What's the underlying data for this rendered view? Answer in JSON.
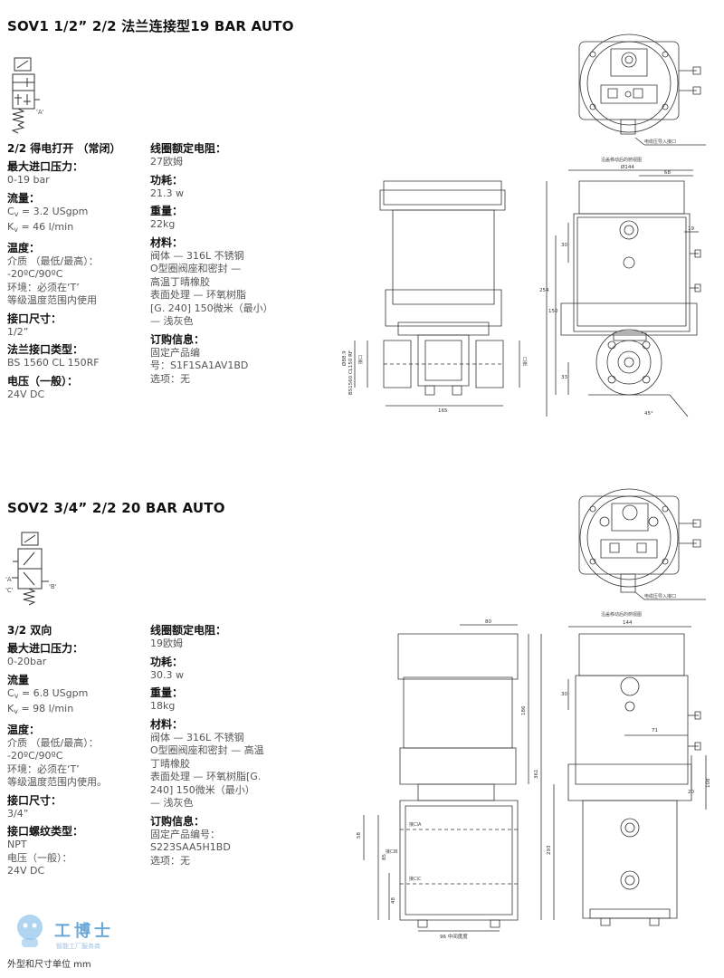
{
  "section1": {
    "title": "SOV1 1/2” 2/2 法兰连接型19 BAR AUTO",
    "symbol_port": "'A'",
    "left": [
      {
        "h": "2/2 得电打开 （常闭）"
      },
      {
        "h": "最大进口压力：",
        "v": [
          "0-19 bar"
        ]
      },
      {
        "h": "流量：",
        "flow": [
          [
            "C",
            "v",
            " = 3.2 USgpm"
          ],
          [
            "K",
            "v",
            " = 46 l/min"
          ]
        ]
      },
      {
        "h": "温度：",
        "v": [
          "介质 （最低/最高）：",
          "-20ºC/90ºC",
          "环境：必须在‘T’",
          "等级温度范围内使用"
        ]
      },
      {
        "h": "接口尺寸：",
        "v": [
          "1/2”"
        ]
      },
      {
        "h": "法兰接口类型：",
        "v": [
          "BS 1560 CL 150RF"
        ]
      },
      {
        "h": "电压（一般）：",
        "v": [
          "24V DC"
        ]
      }
    ],
    "right": [
      {
        "h": "线圈额定电阻：",
        "v": [
          "27欧姆"
        ]
      },
      {
        "h": "功耗：",
        "v": [
          "21.3 w"
        ]
      },
      {
        "h": "重量：",
        "v": [
          "22kg"
        ]
      },
      {
        "h": "材料：",
        "v": [
          "阀体 — 316L 不锈钢",
          "O型圈阀座和密封 —",
          "高温丁晴橡胶",
          "表面处理 — 环氧树脂",
          "[G. 240] 150微米（最小）",
          "— 浅灰色"
        ]
      },
      {
        "h": "订购信息：",
        "v": [
          "固定产品编",
          "号：S1F1SA1AV1BD",
          "选项：无"
        ]
      }
    ],
    "drawing": {
      "cable_note": "电缆压导入接口",
      "rot_note": "沿盖移动后的俯视图",
      "dia": "Ø144",
      "d68": "68",
      "d30": "30",
      "d19": "19",
      "d254": "254",
      "d150": "150",
      "d33": "33",
      "d165": "165",
      "angle": "45°",
      "flange": "Ø88.9",
      "flange_std": "BS1560 CL150 RF",
      "port1": "接口",
      "port2": "接口"
    }
  },
  "section2": {
    "title": "SOV2 3/4” 2/2 20 BAR AUTO",
    "symbol_ports": [
      "'A'",
      "'C'",
      "'B'"
    ],
    "left": [
      {
        "h": "3/2 双向"
      },
      {
        "h": "最大进口压力：",
        "v": [
          "0-20bar"
        ]
      },
      {
        "h": "流量",
        "flow": [
          [
            "C",
            "v",
            " = 6.8 USgpm"
          ],
          [
            "K",
            "v",
            " = 98 l/min"
          ]
        ]
      },
      {
        "h": "温度：",
        "v": [
          "介质 （最低/最高）：",
          "-20ºC/90ºC",
          "环境：必须在‘T’",
          "等级温度范围内使用。"
        ]
      },
      {
        "h": "接口尺寸：",
        "v": [
          "3/4”"
        ]
      },
      {
        "h": "接口螺纹类型：",
        "v": [
          "NPT",
          "电压（一般）：",
          "24V DC"
        ]
      }
    ],
    "right": [
      {
        "h": "线圈额定电阻：",
        "v": [
          "19欧姆"
        ]
      },
      {
        "h": "功耗：",
        "v": [
          "30.3 w"
        ]
      },
      {
        "h": "重量：",
        "v": [
          "18kg"
        ]
      },
      {
        "h": "材料：",
        "v": [
          "阀体 — 316L 不锈钢",
          "O型圈阀座和密封 — 高温",
          "丁晴橡胶",
          "表面处理 — 环氧树脂[G.",
          "240] 150微米（最小）",
          "— 浅灰色"
        ]
      },
      {
        "h": "订购信息：",
        "v": [
          "固定产品编号：",
          "S223SAA5H1BD",
          "选项：无"
        ]
      }
    ],
    "drawing": {
      "cable_note": "电缆压导入接口",
      "rot_note": "沿盖移动后的俯视图",
      "d144": "144",
      "d80": "80",
      "d30": "30",
      "d71": "71",
      "d20": "20",
      "d108": "108",
      "d186": "186",
      "d361": "361",
      "d293": "293",
      "d58": "58",
      "d85": "85",
      "d48": "48",
      "d96": "96 中间度度",
      "portA": "接口A",
      "portB": "接口B",
      "portC": "接口C"
    }
  },
  "footer": "外型和尺寸单位 mm",
  "watermark": {
    "brand": "工博士",
    "sub": "智能工厂服务商"
  }
}
